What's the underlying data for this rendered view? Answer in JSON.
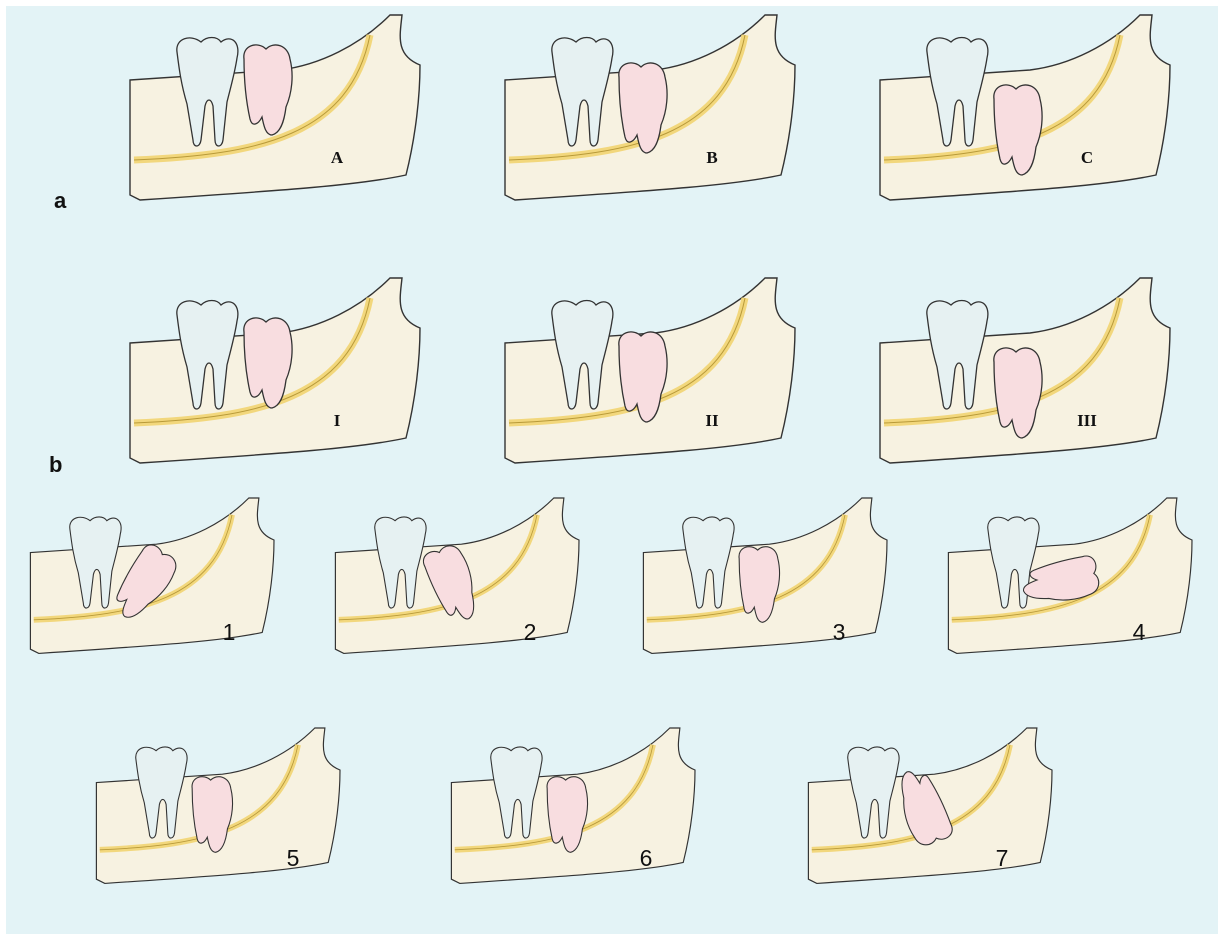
{
  "sections": {
    "a": "a",
    "b": "b"
  },
  "panels": [
    {
      "label": "A",
      "tooth_state": "erupted-vertical",
      "tooth_angle": 0
    },
    {
      "label": "B",
      "tooth_state": "partially-buried-vertical",
      "tooth_angle": 0
    },
    {
      "label": "C",
      "tooth_state": "fully-buried-vertical",
      "tooth_angle": 0
    },
    {
      "label": "I",
      "tooth_state": "class-I-ramus-space",
      "tooth_angle": 0
    },
    {
      "label": "II",
      "tooth_state": "class-II-ramus-space",
      "tooth_angle": 0
    },
    {
      "label": "III",
      "tooth_state": "class-III-ramus-space",
      "tooth_angle": 0
    },
    {
      "label": "1",
      "tooth_state": "mesioangular",
      "tooth_angle": 35
    },
    {
      "label": "2",
      "tooth_state": "distoangular",
      "tooth_angle": -20
    },
    {
      "label": "3",
      "tooth_state": "vertical",
      "tooth_angle": 0
    },
    {
      "label": "4",
      "tooth_state": "horizontal",
      "tooth_angle": 80
    },
    {
      "label": "5",
      "tooth_state": "buccoangular",
      "tooth_angle": 0
    },
    {
      "label": "6",
      "tooth_state": "linguoangular",
      "tooth_angle": 0
    },
    {
      "label": "7",
      "tooth_state": "inverted",
      "tooth_angle": 160
    }
  ],
  "colors": {
    "background": "#e3f3f6",
    "bone": "#f7f2e1",
    "nerve": "#f2d77c",
    "molar": "#e6f1f2",
    "wisdom_tooth": "#f8dde0",
    "outline": "#333333"
  }
}
